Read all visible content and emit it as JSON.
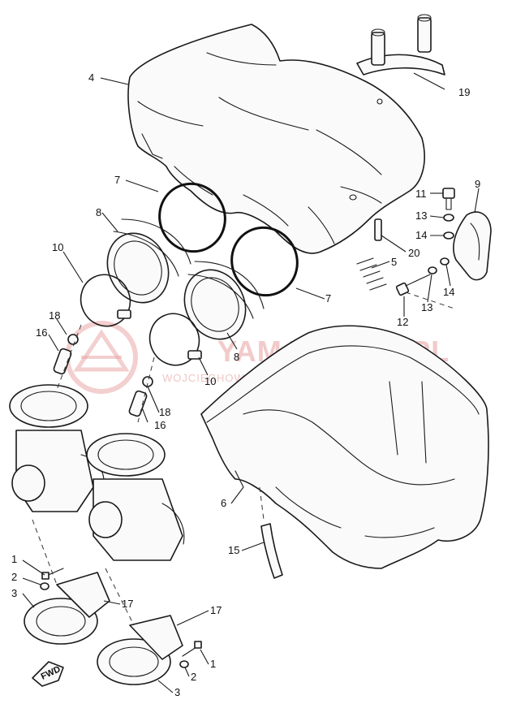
{
  "watermark": {
    "title": "YAMASKLEP.PL",
    "subtitle": "WOJCIECHOWICZ MOTOCYKLE YAMAHA"
  },
  "direction_label": "FWD",
  "callouts": {
    "c1a": "1",
    "c1b": "1",
    "c2a": "2",
    "c2b": "2",
    "c3a": "3",
    "c3b": "3",
    "c4": "4",
    "c5": "5",
    "c6": "6",
    "c7a": "7",
    "c7b": "7",
    "c8a": "8",
    "c8b": "8",
    "c9": "9",
    "c10a": "10",
    "c10b": "10",
    "c11": "11",
    "c12": "12",
    "c13a": "13",
    "c13b": "13",
    "c14a": "14",
    "c14b": "14",
    "c15": "15",
    "c16a": "16",
    "c16b": "16",
    "c17a": "17",
    "c17b": "17",
    "c18a": "18",
    "c18b": "18",
    "c19": "19",
    "c20": "20"
  },
  "colors": {
    "ink": "#1a1a1a",
    "watermark": "#e8a0a0"
  }
}
